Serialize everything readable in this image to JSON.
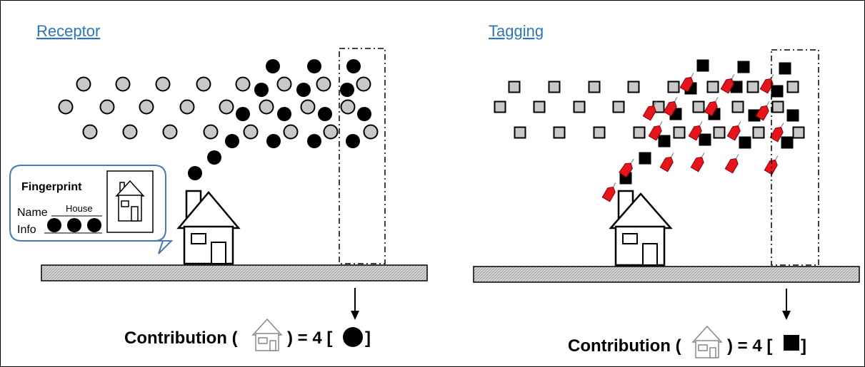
{
  "panels": {
    "left": {
      "title": "Receptor",
      "fingerprint": {
        "title": "Fingerprint",
        "name_label": "Name",
        "name_value": "House",
        "info_label": "Info"
      },
      "contribution": {
        "prefix": "Contribution (",
        "suffix": ") = 4 [",
        "end": "]"
      }
    },
    "right": {
      "title": "Tagging",
      "contribution": {
        "prefix": "Contribution (",
        "suffix": ") = 4 [",
        "end": "]"
      }
    }
  },
  "colors": {
    "title_link": "#2e75b6",
    "background_particle": "#c8c8c8",
    "emitted_particle": "#000000",
    "tag": "#e8141c",
    "ground_hatch": "#bcbcbc",
    "callout_border": "#4a78b0"
  },
  "icons": [
    "house-icon",
    "circle-particle-icon",
    "square-particle-icon",
    "red-tag-icon",
    "down-arrow-icon"
  ]
}
